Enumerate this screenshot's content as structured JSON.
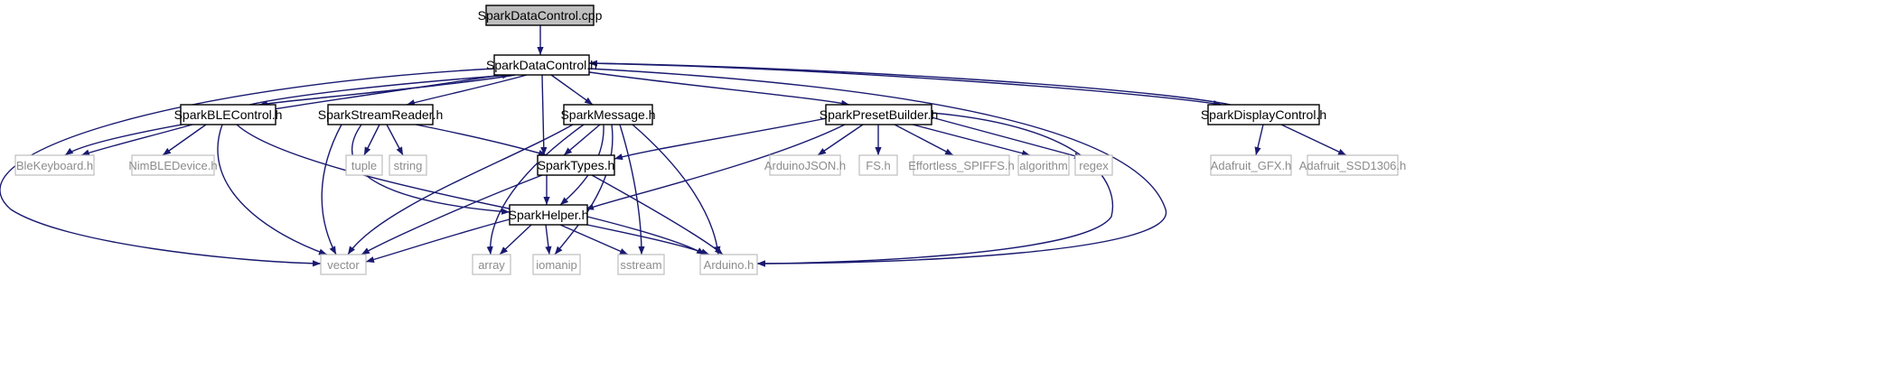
{
  "graph": {
    "colors": {
      "edge": "#191970",
      "root_fill": "#bfbfbf",
      "node_border": "#000000",
      "external_border": "#bfbfbf",
      "external_text": "#8c8c8c"
    },
    "nodes": [
      {
        "id": "spark_data_control_cpp",
        "label": "SparkDataControl.cpp",
        "kind": "root"
      },
      {
        "id": "spark_data_control_h",
        "label": "SparkDataControl.h",
        "kind": "file"
      },
      {
        "id": "spark_ble_control_h",
        "label": "SparkBLEControl.h",
        "kind": "file"
      },
      {
        "id": "spark_stream_reader_h",
        "label": "SparkStreamReader.h",
        "kind": "file"
      },
      {
        "id": "spark_message_h",
        "label": "SparkMessage.h",
        "kind": "file"
      },
      {
        "id": "spark_preset_builder_h",
        "label": "SparkPresetBuilder.h",
        "kind": "file"
      },
      {
        "id": "spark_display_control_h",
        "label": "SparkDisplayControl.h",
        "kind": "file"
      },
      {
        "id": "spark_types_h",
        "label": "SparkTypes.h",
        "kind": "file"
      },
      {
        "id": "spark_helper_h",
        "label": "SparkHelper.h",
        "kind": "file"
      },
      {
        "id": "ble_keyboard_h",
        "label": "BleKeyboard.h",
        "kind": "external"
      },
      {
        "id": "nimble_device_h",
        "label": "NimBLEDevice.h",
        "kind": "external"
      },
      {
        "id": "tuple",
        "label": "tuple",
        "kind": "external"
      },
      {
        "id": "string",
        "label": "string",
        "kind": "external"
      },
      {
        "id": "arduino_json_h",
        "label": "ArduinoJSON.h",
        "kind": "external"
      },
      {
        "id": "fs_h",
        "label": "FS.h",
        "kind": "external"
      },
      {
        "id": "effortless_spiffs_h",
        "label": "Effortless_SPIFFS.h",
        "kind": "external"
      },
      {
        "id": "algorithm",
        "label": "algorithm",
        "kind": "external"
      },
      {
        "id": "regex",
        "label": "regex",
        "kind": "external"
      },
      {
        "id": "adafruit_gfx_h",
        "label": "Adafruit_GFX.h",
        "kind": "external"
      },
      {
        "id": "adafruit_ssd1306_h",
        "label": "Adafruit_SSD1306.h",
        "kind": "external"
      },
      {
        "id": "vector",
        "label": "vector",
        "kind": "external"
      },
      {
        "id": "array",
        "label": "array",
        "kind": "external"
      },
      {
        "id": "iomanip",
        "label": "iomanip",
        "kind": "external"
      },
      {
        "id": "sstream",
        "label": "sstream",
        "kind": "external"
      },
      {
        "id": "arduino_h",
        "label": "Arduino.h",
        "kind": "external"
      }
    ],
    "edges": [
      {
        "from": "spark_data_control_cpp",
        "to": "spark_data_control_h"
      },
      {
        "from": "spark_data_control_h",
        "to": "vector"
      },
      {
        "from": "spark_data_control_h",
        "to": "ble_keyboard_h"
      },
      {
        "from": "spark_data_control_h",
        "to": "spark_ble_control_h"
      },
      {
        "from": "spark_data_control_h",
        "to": "spark_stream_reader_h"
      },
      {
        "from": "spark_data_control_h",
        "to": "spark_types_h"
      },
      {
        "from": "spark_data_control_h",
        "to": "spark_message_h"
      },
      {
        "from": "spark_data_control_h",
        "to": "spark_preset_builder_h"
      },
      {
        "from": "spark_data_control_h",
        "to": "arduino_h"
      },
      {
        "from": "spark_data_control_h",
        "to": "spark_display_control_h"
      },
      {
        "from": "spark_ble_control_h",
        "to": "spark_data_control_h"
      },
      {
        "from": "spark_ble_control_h",
        "to": "ble_keyboard_h"
      },
      {
        "from": "spark_ble_control_h",
        "to": "nimble_device_h"
      },
      {
        "from": "spark_ble_control_h",
        "to": "vector"
      },
      {
        "from": "spark_ble_control_h",
        "to": "arduino_h"
      },
      {
        "from": "spark_stream_reader_h",
        "to": "tuple"
      },
      {
        "from": "spark_stream_reader_h",
        "to": "string"
      },
      {
        "from": "spark_stream_reader_h",
        "to": "spark_types_h"
      },
      {
        "from": "spark_stream_reader_h",
        "to": "vector"
      },
      {
        "from": "spark_stream_reader_h",
        "to": "spark_helper_h"
      },
      {
        "from": "spark_message_h",
        "to": "spark_types_h"
      },
      {
        "from": "spark_message_h",
        "to": "vector"
      },
      {
        "from": "spark_message_h",
        "to": "array"
      },
      {
        "from": "spark_message_h",
        "to": "spark_helper_h"
      },
      {
        "from": "spark_message_h",
        "to": "iomanip"
      },
      {
        "from": "spark_message_h",
        "to": "sstream"
      },
      {
        "from": "spark_message_h",
        "to": "arduino_h"
      },
      {
        "from": "spark_preset_builder_h",
        "to": "spark_types_h"
      },
      {
        "from": "spark_preset_builder_h",
        "to": "spark_helper_h"
      },
      {
        "from": "spark_preset_builder_h",
        "to": "arduino_json_h"
      },
      {
        "from": "spark_preset_builder_h",
        "to": "fs_h"
      },
      {
        "from": "spark_preset_builder_h",
        "to": "effortless_spiffs_h"
      },
      {
        "from": "spark_preset_builder_h",
        "to": "algorithm"
      },
      {
        "from": "spark_preset_builder_h",
        "to": "regex"
      },
      {
        "from": "spark_preset_builder_h",
        "to": "arduino_h"
      },
      {
        "from": "spark_display_control_h",
        "to": "spark_data_control_h"
      },
      {
        "from": "spark_display_control_h",
        "to": "adafruit_gfx_h"
      },
      {
        "from": "spark_display_control_h",
        "to": "adafruit_ssd1306_h"
      },
      {
        "from": "spark_types_h",
        "to": "spark_helper_h"
      },
      {
        "from": "spark_types_h",
        "to": "vector"
      },
      {
        "from": "spark_types_h",
        "to": "arduino_h"
      },
      {
        "from": "spark_helper_h",
        "to": "vector"
      },
      {
        "from": "spark_helper_h",
        "to": "array"
      },
      {
        "from": "spark_helper_h",
        "to": "iomanip"
      },
      {
        "from": "spark_helper_h",
        "to": "sstream"
      },
      {
        "from": "spark_helper_h",
        "to": "arduino_h"
      }
    ]
  }
}
